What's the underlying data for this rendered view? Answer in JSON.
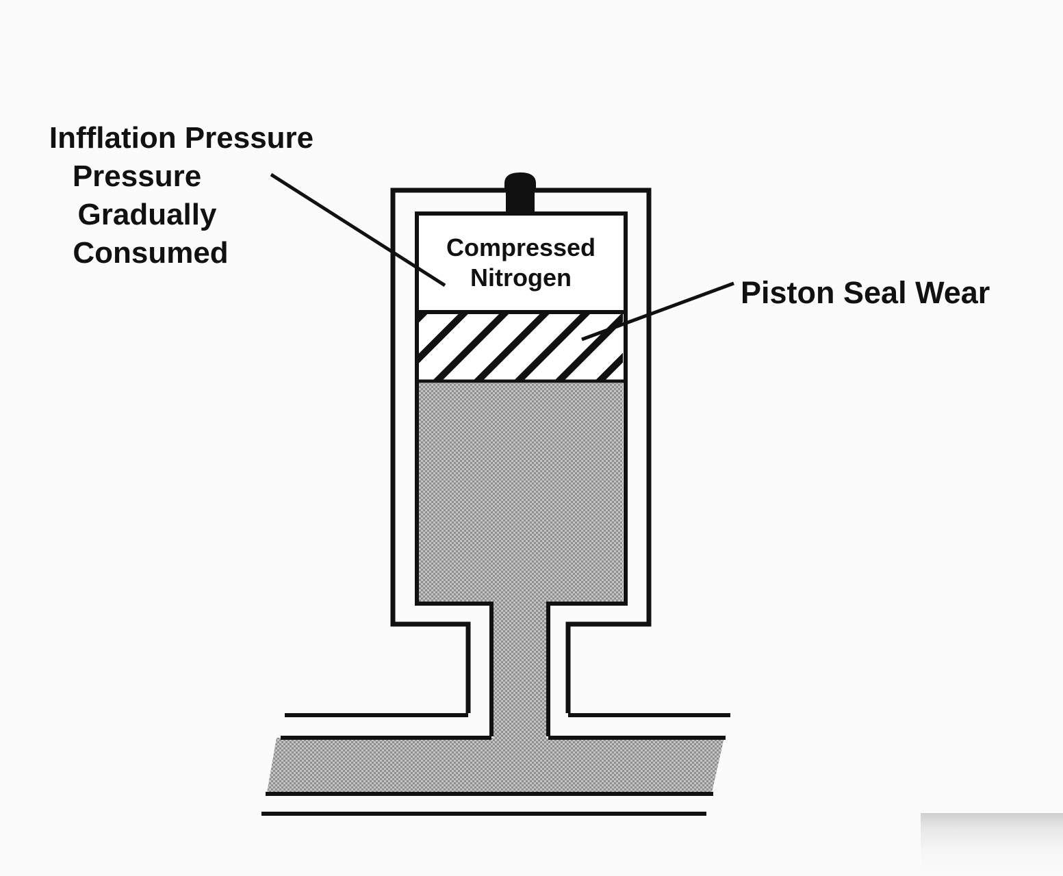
{
  "labels": {
    "inflation": {
      "line1": "Infflation Pressure",
      "line2": "Pressure",
      "line3": "Gradually",
      "line4": "Consumed"
    },
    "chamber": {
      "line1": "Compressed",
      "line2": "Nitrogen"
    },
    "seal": "Piston Seal Wear"
  },
  "colors": {
    "ink": "#111111",
    "background": "#fbfbfb",
    "fluid": "#a8a8a8",
    "nitrogen_chamber": "#ffffff"
  }
}
